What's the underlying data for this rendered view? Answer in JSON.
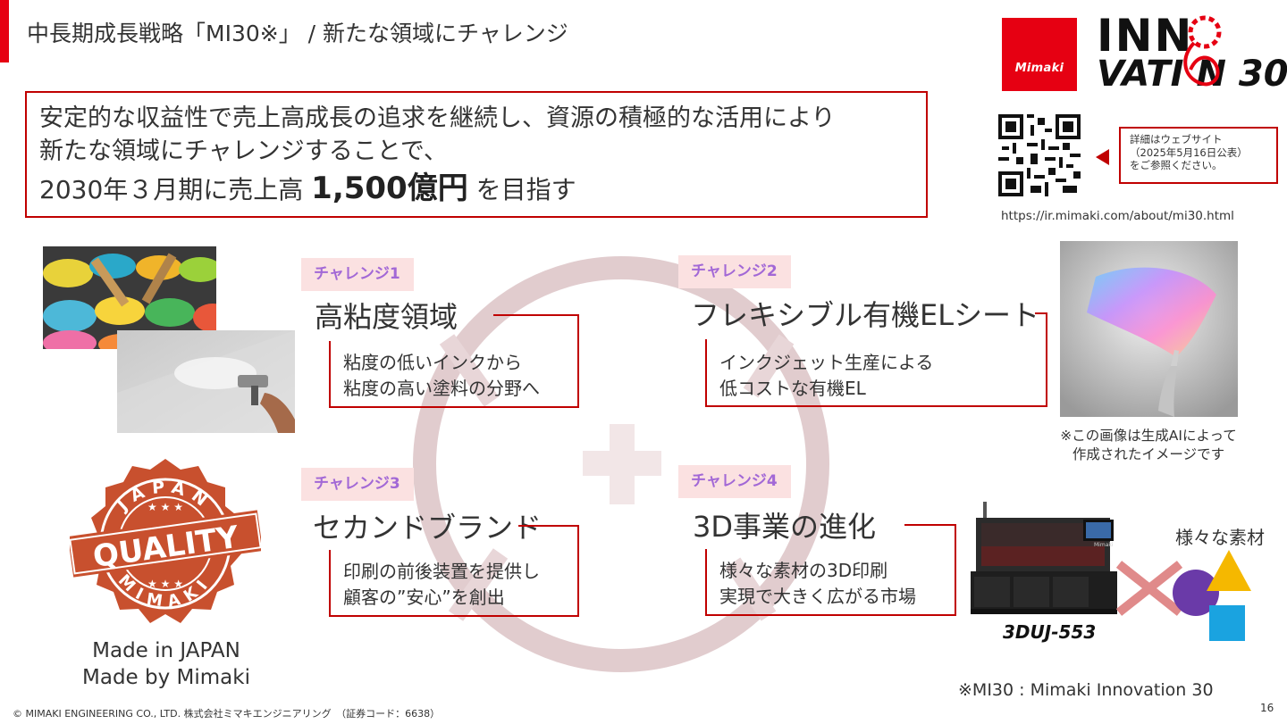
{
  "header": {
    "title": "中長期成長戦略「MI30※」 / 新たな領域にチャレンジ",
    "accent_color": "#e60012"
  },
  "logo": {
    "brand": "Mimaki",
    "line1": "INN",
    "line2": "VATI N 30"
  },
  "qr_section": {
    "note_line1": "詳細はウェブサイト",
    "note_line2": "（2025年5月16日公表）",
    "note_line3": "をご参照ください。",
    "url": "https://ir.mimaki.com/about/mi30.html"
  },
  "message": {
    "line1": "安定的な収益性で売上高成長の追求を継続し、資源の積極的な活用により",
    "line2": "新たな領域にチャレンジすることで、",
    "line3_prefix": "2030年３月期に売上高",
    "line3_strong": "1,500億円",
    "line3_suffix": "を目指す"
  },
  "challenges": [
    {
      "tag": "チャレンジ1",
      "title": "高粘度領域",
      "desc1": "粘度の低いインクから",
      "desc2": "粘度の高い塗料の分野へ"
    },
    {
      "tag": "チャレンジ2",
      "title": "フレキシブル有機ELシート",
      "desc1": "インクジェット生産による",
      "desc2": "低コストな有機EL"
    },
    {
      "tag": "チャレンジ3",
      "title": "セカンドブランド",
      "desc1": "印刷の前後装置を提供し",
      "desc2": "顧客の”安心”を創出"
    },
    {
      "tag": "チャレンジ4",
      "title": "3D事業の進化",
      "desc1": "様々な素材の3D印刷",
      "desc2": "実現で大きく広がる市場"
    }
  ],
  "quality_seal": {
    "top_text": "JAPAN",
    "center_text": "QUALITY",
    "bottom_text": "MIMAKI"
  },
  "made_in": {
    "line1": "Made in JAPAN",
    "line2": "Made by Mimaki"
  },
  "oled_caption": {
    "line1": "※この画像は生成AIによって",
    "line2": "作成されたイメージです"
  },
  "printer": {
    "brand": "Mimaki",
    "model": "3DUJ-553"
  },
  "materials": {
    "label": "様々な素材"
  },
  "footer": {
    "mi30_note": "※MI30 : Mimaki Innovation 30",
    "copyright": "© MIMAKI ENGINEERING CO., LTD. 株式会社ミマキエンジニアリング　（証券コード：6638）",
    "page_number": "16"
  },
  "colors": {
    "brand_red": "#e60012",
    "frame_red": "#c00000",
    "tag_bg": "#fbe1e1",
    "tag_text": "#a268d6",
    "circle": "#dcc3c6"
  }
}
